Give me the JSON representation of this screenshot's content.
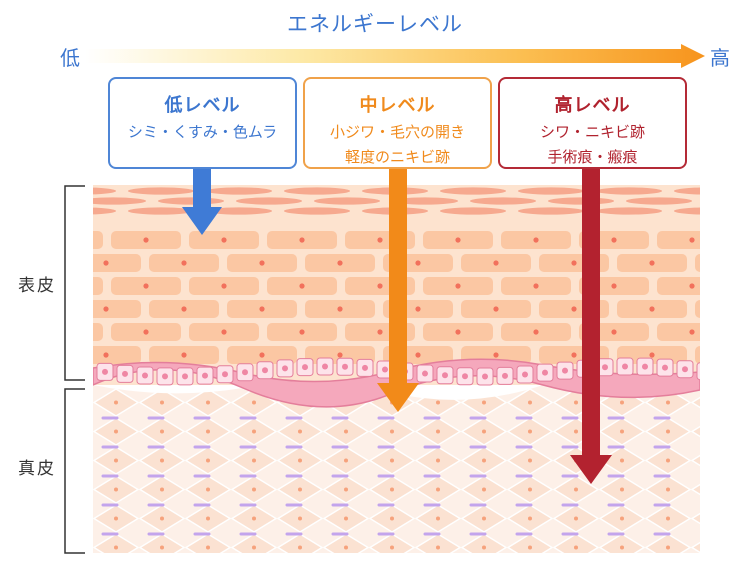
{
  "energy": {
    "title": "エネルギーレベル",
    "low_label": "低",
    "high_label": "高"
  },
  "levels": [
    {
      "title": "低レベル",
      "lines": [
        "シミ・くすみ・色ムラ"
      ],
      "color": "#3c76cf"
    },
    {
      "title": "中レベル",
      "lines": [
        "小ジワ・毛穴の開き",
        "軽度のニキビ跡"
      ],
      "color": "#f08a1c"
    },
    {
      "title": "高レベル",
      "lines": [
        "シワ・ニキビ跡",
        "手術痕・瘢痕"
      ],
      "color": "#b0222e"
    }
  ],
  "layers": {
    "epidermis": "表皮",
    "dermis": "真皮"
  },
  "colors": {
    "gradient_start": "#fff7d6",
    "gradient_end": "#f7941d",
    "epidermis_cell": "#fbcaa6",
    "epidermis_bg": "#fde3cf",
    "basal_layer": "#f3a3b8",
    "dermis_bg": "#fdf0e8"
  }
}
